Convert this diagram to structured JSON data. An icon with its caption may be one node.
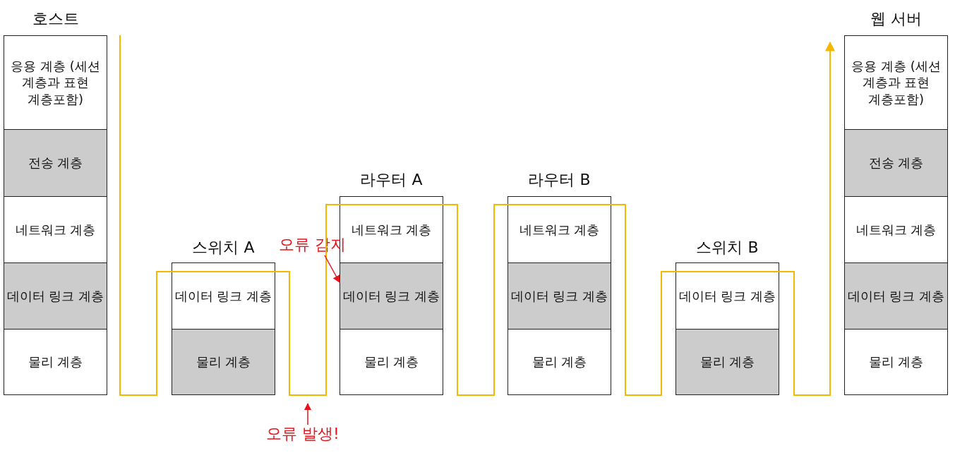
{
  "diagram": {
    "nodes": [
      {
        "text": [
          "호스트"
        ]
      },
      {
        "text": [
          "응용 계층 (세션 계층과 표현 계층포함)"
        ],
        "in": 0
      },
      {
        "text": [
          "전송 계층"
        ],
        "in": 0
      },
      {
        "text": [
          "네트워크 계층"
        ],
        "in": 0
      },
      {
        "text": [
          "데이터 링크 계층"
        ],
        "in": 0
      },
      {
        "text": [
          "물리 계층"
        ],
        "in": 0
      },
      {
        "text": [
          "스위치 A"
        ]
      },
      {
        "text": [
          "데이터 링크 계층"
        ],
        "in": 6
      },
      {
        "text": [
          "물리 계층"
        ],
        "in": 6
      },
      {
        "text": [
          "라우터 A"
        ]
      },
      {
        "text": [
          "네트워크 계층"
        ],
        "in": 9
      },
      {
        "text": [
          "데이터 링크 계층"
        ],
        "in": 9
      },
      {
        "text": [
          "물리 계층"
        ],
        "in": 9
      },
      {
        "text": [
          "라우터 B"
        ]
      },
      {
        "text": [
          "네트워크 계층"
        ],
        "in": 13
      },
      {
        "text": [
          "데이터 링크 계층"
        ],
        "in": 13
      },
      {
        "text": [
          "물리 계층"
        ],
        "in": 13
      },
      {
        "text": [
          "스위치 B"
        ]
      },
      {
        "text": [
          "데이터 링크 계층"
        ],
        "in": 17
      },
      {
        "text": [
          "물리 계층"
        ],
        "in": 17
      },
      {
        "text": [
          "웹 서버"
        ]
      },
      {
        "text": [
          "응용 계층 (세션 계층과 표현 계층포함)"
        ],
        "in": 20
      },
      {
        "text": [
          "전송 계층"
        ],
        "in": 20
      },
      {
        "text": [
          "네트워크 계층"
        ],
        "in": 20
      },
      {
        "text": [
          "데이터 링크 계층"
        ],
        "in": 20
      },
      {
        "text": [
          "물리 계층"
        ],
        "in": 20
      },
      {
        "text": [
          "오류 감지"
        ]
      },
      {
        "text": [
          "오류 발생!"
        ]
      }
    ],
    "edges": [
      {
        "from": 0,
        "to": 7,
        "arrow": "none"
      },
      {
        "from": 7,
        "to": 10,
        "arrow": "none"
      },
      {
        "from": 10,
        "to": 14,
        "arrow": "none"
      },
      {
        "from": 14,
        "to": 18,
        "arrow": "none"
      },
      {
        "from": 18,
        "to": 20,
        "arrow": "to"
      },
      {
        "from": 26,
        "to": 11,
        "arrow": "to",
        "color": "#e8141b"
      },
      {
        "from": 27,
        "to": null,
        "arrow": "to",
        "color": "#e8141b"
      }
    ]
  }
}
